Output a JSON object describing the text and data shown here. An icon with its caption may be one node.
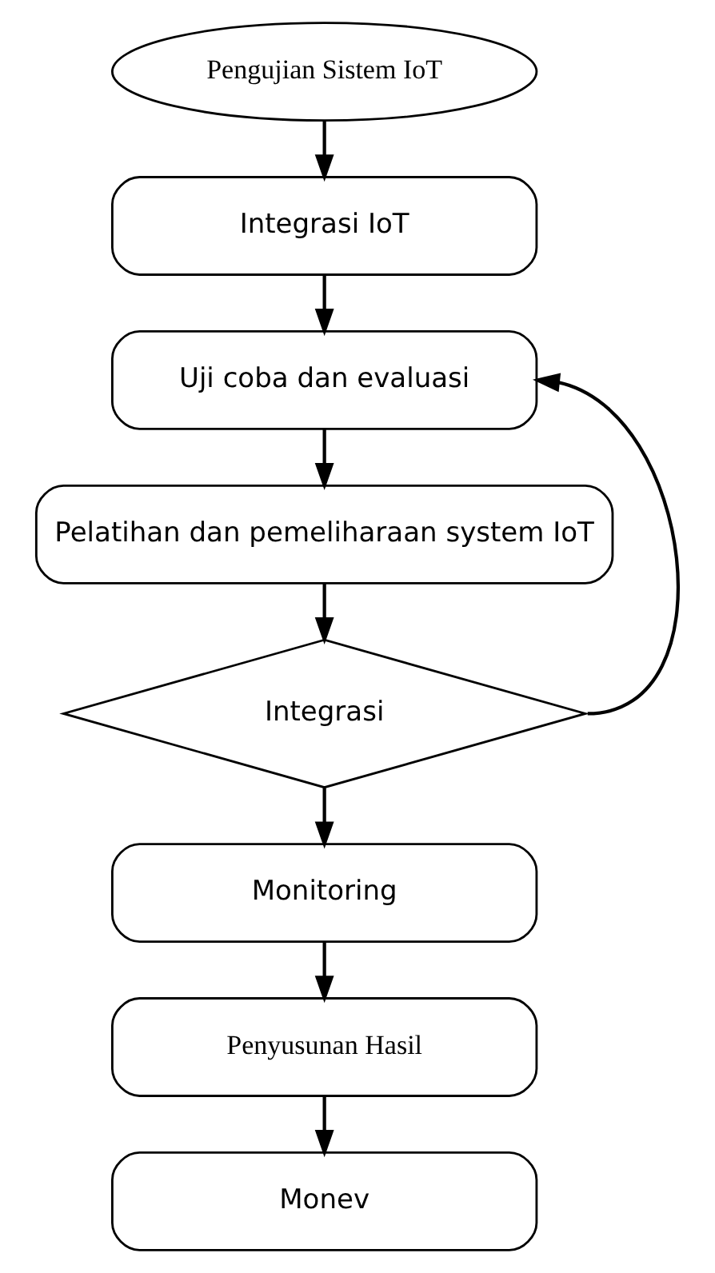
{
  "diagram": {
    "nodes": [
      {
        "text": [
          "Pengujian Sistem IoT"
        ]
      },
      {
        "text": [
          "Integrasi IoT"
        ]
      },
      {
        "text": [
          "Uji coba dan evaluasi"
        ]
      },
      {
        "text": [
          "Pelatihan dan pemeliharaan system IoT"
        ]
      },
      {
        "text": [
          "Integrasi"
        ]
      },
      {
        "text": [
          "Monitoring"
        ]
      },
      {
        "text": [
          "Penyusunan Hasil"
        ]
      },
      {
        "text": [
          "Monev"
        ]
      }
    ],
    "edges": [
      {
        "from": 0,
        "to": 1,
        "arrow": "to"
      },
      {
        "from": 1,
        "to": 2,
        "arrow": "to"
      },
      {
        "from": 2,
        "to": 3,
        "arrow": "to"
      },
      {
        "from": 3,
        "to": 4,
        "arrow": "to"
      },
      {
        "from": 4,
        "to": 5,
        "arrow": "to"
      },
      {
        "from": 5,
        "to": 6,
        "arrow": "to"
      },
      {
        "from": 6,
        "to": 7,
        "arrow": "to"
      },
      {
        "from": 4,
        "to": 2,
        "arrow": "to"
      }
    ]
  }
}
